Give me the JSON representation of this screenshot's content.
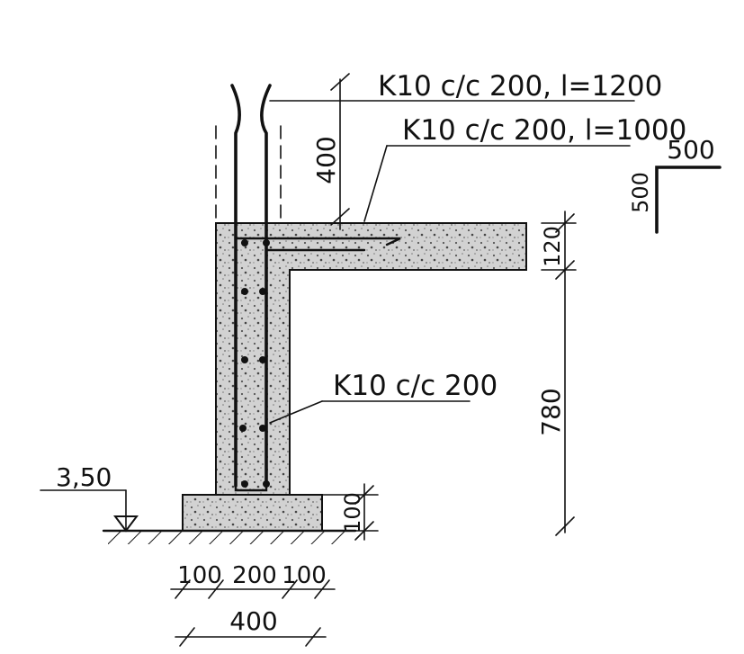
{
  "labels": {
    "bar_top": "K10 c/c 200, l=1200",
    "bar_slab": "K10 c/c 200, l=1000",
    "bar_wall": "K10 c/c 200",
    "level": "3,50"
  },
  "dimensions": {
    "top_lap": "400",
    "slab_thickness": "120",
    "wall_height": "780",
    "footing_height": "100",
    "footing_left": "100",
    "wall_width": "200",
    "footing_right": "100",
    "footing_total": "400",
    "detail_horizontal": "500",
    "detail_vertical": "500"
  },
  "colors": {
    "ink": "#111111",
    "paper": "#ffffff",
    "concrete": "#c9c9c9"
  }
}
